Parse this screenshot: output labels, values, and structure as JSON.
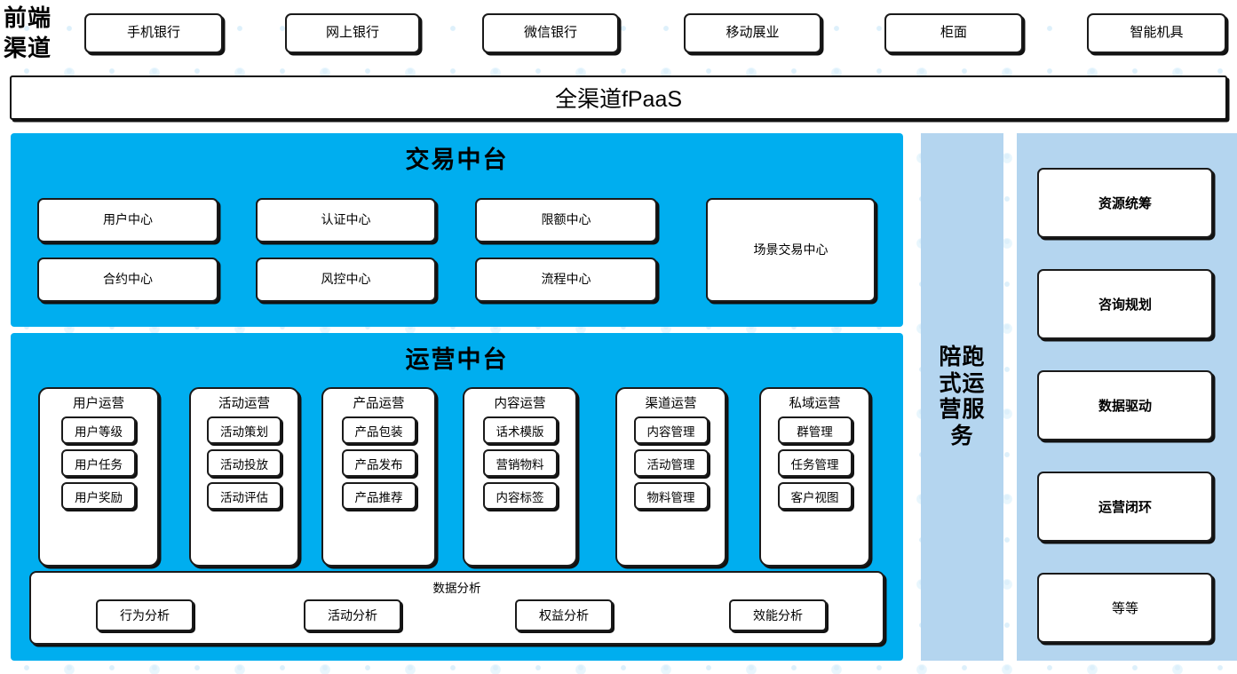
{
  "colors": {
    "cyan_panel": "#00AEEF",
    "light_blue_panel": "#B4D5EF",
    "box_border": "#1a1a1a",
    "box_fill": "#ffffff",
    "background": "#ffffff"
  },
  "front_channel": {
    "label_line1": "前端",
    "label_line2": "渠道",
    "items": [
      {
        "label": "手机银行"
      },
      {
        "label": "网上银行"
      },
      {
        "label": "微信银行"
      },
      {
        "label": "移动展业"
      },
      {
        "label": "柜面"
      },
      {
        "label": "智能机具"
      }
    ]
  },
  "fpaas": {
    "label": "全渠道fPaaS"
  },
  "trade_platform": {
    "title": "交易中台",
    "small_boxes": [
      {
        "label": "用户中心"
      },
      {
        "label": "认证中心"
      },
      {
        "label": "限额中心"
      },
      {
        "label": "合约中心"
      },
      {
        "label": "风控中心"
      },
      {
        "label": "流程中心"
      }
    ],
    "large_box": {
      "label": "场景交易中心"
    }
  },
  "ops_platform": {
    "title": "运营中台",
    "groups": [
      {
        "title": "用户运营",
        "items": [
          "用户等级",
          "用户任务",
          "用户奖励"
        ]
      },
      {
        "title": "活动运营",
        "items": [
          "活动策划",
          "活动投放",
          "活动评估"
        ]
      },
      {
        "title": "产品运营",
        "items": [
          "产品包装",
          "产品发布",
          "产品推荐"
        ]
      },
      {
        "title": "内容运营",
        "items": [
          "话术模版",
          "营销物料",
          "内容标签"
        ]
      },
      {
        "title": "渠道运营",
        "items": [
          "内容管理",
          "活动管理",
          "物料管理"
        ]
      },
      {
        "title": "私域运营",
        "items": [
          "群管理",
          "任务管理",
          "客户视图"
        ]
      }
    ],
    "analysis": {
      "title": "数据分析",
      "items": [
        "行为分析",
        "活动分析",
        "权益分析",
        "效能分析"
      ]
    }
  },
  "service_column": {
    "label": "陪跑式运营服务"
  },
  "right_column": {
    "items": [
      {
        "label": "资源统筹",
        "bold": true
      },
      {
        "label": "咨询规划",
        "bold": true
      },
      {
        "label": "数据驱动",
        "bold": true
      },
      {
        "label": "运营闭环",
        "bold": true
      },
      {
        "label": "等等",
        "bold": false
      }
    ]
  }
}
